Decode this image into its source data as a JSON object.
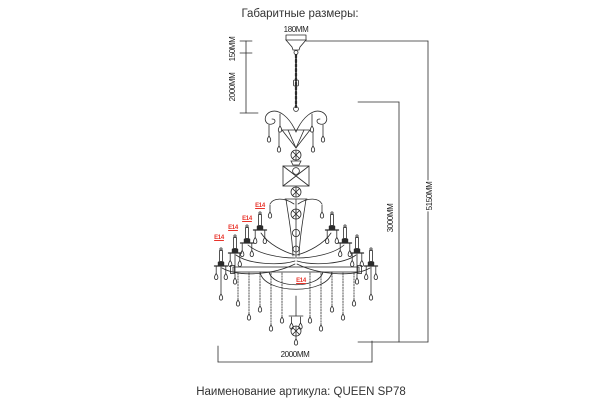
{
  "page": {
    "title": "Габаритные размеры:",
    "footer": "Наименование артикула: QUEEN SP78"
  },
  "diagram": {
    "type": "chandelier-dimension-drawing",
    "dimensions": {
      "canopy_width": "180MM",
      "canopy_height": "150MM",
      "chain_length": "2000MM",
      "body_height": "3000MM",
      "total_height": "5150MM",
      "body_width": "2000MM"
    },
    "socket_labels": [
      "E14",
      "E14",
      "E14",
      "E14",
      "E14"
    ],
    "colors": {
      "line": "#2b2b2b",
      "text": "#333333",
      "socket_label": "#e8332a",
      "background": "#ffffff"
    }
  }
}
